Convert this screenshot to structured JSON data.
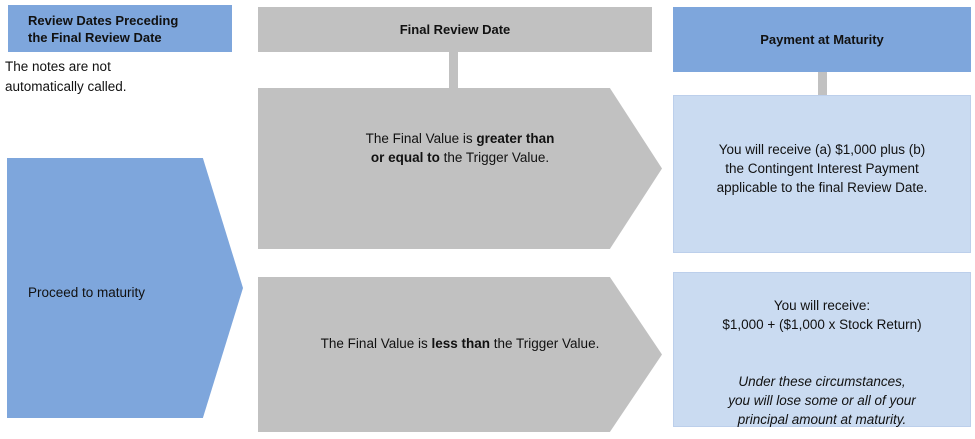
{
  "colors": {
    "blue": "#7EA6DC",
    "light_blue": "#CADBF1",
    "gray": "#C1C1C1"
  },
  "left_column": {
    "header": "Review Dates Preceding\nthe Final Review Date",
    "note": "The notes are not\nautomatically called.",
    "arrow_label": "Proceed to maturity"
  },
  "center_column": {
    "header": "Final Review Date",
    "arrow_top_segments": [
      {
        "text": "The Final Value is ",
        "bold": false
      },
      {
        "text": "greater than\nor equal to",
        "bold": true
      },
      {
        "text": " the Trigger Value.",
        "bold": false
      }
    ],
    "arrow_bottom_segments": [
      {
        "text": "The Final Value is ",
        "bold": false
      },
      {
        "text": "less than",
        "bold": true
      },
      {
        "text": " the Trigger Value.",
        "bold": false
      }
    ]
  },
  "right_column": {
    "header": "Payment at Maturity",
    "box_top_text": "You will receive (a) $1,000 plus (b)\nthe Contingent Interest Payment\napplicable to the final Review Date.",
    "box_bottom_main": "You will receive:\n$1,000 + ($1,000 x Stock Return)",
    "box_bottom_note": "Under these circumstances,\nyou will lose some or all of your\nprincipal amount at maturity."
  }
}
